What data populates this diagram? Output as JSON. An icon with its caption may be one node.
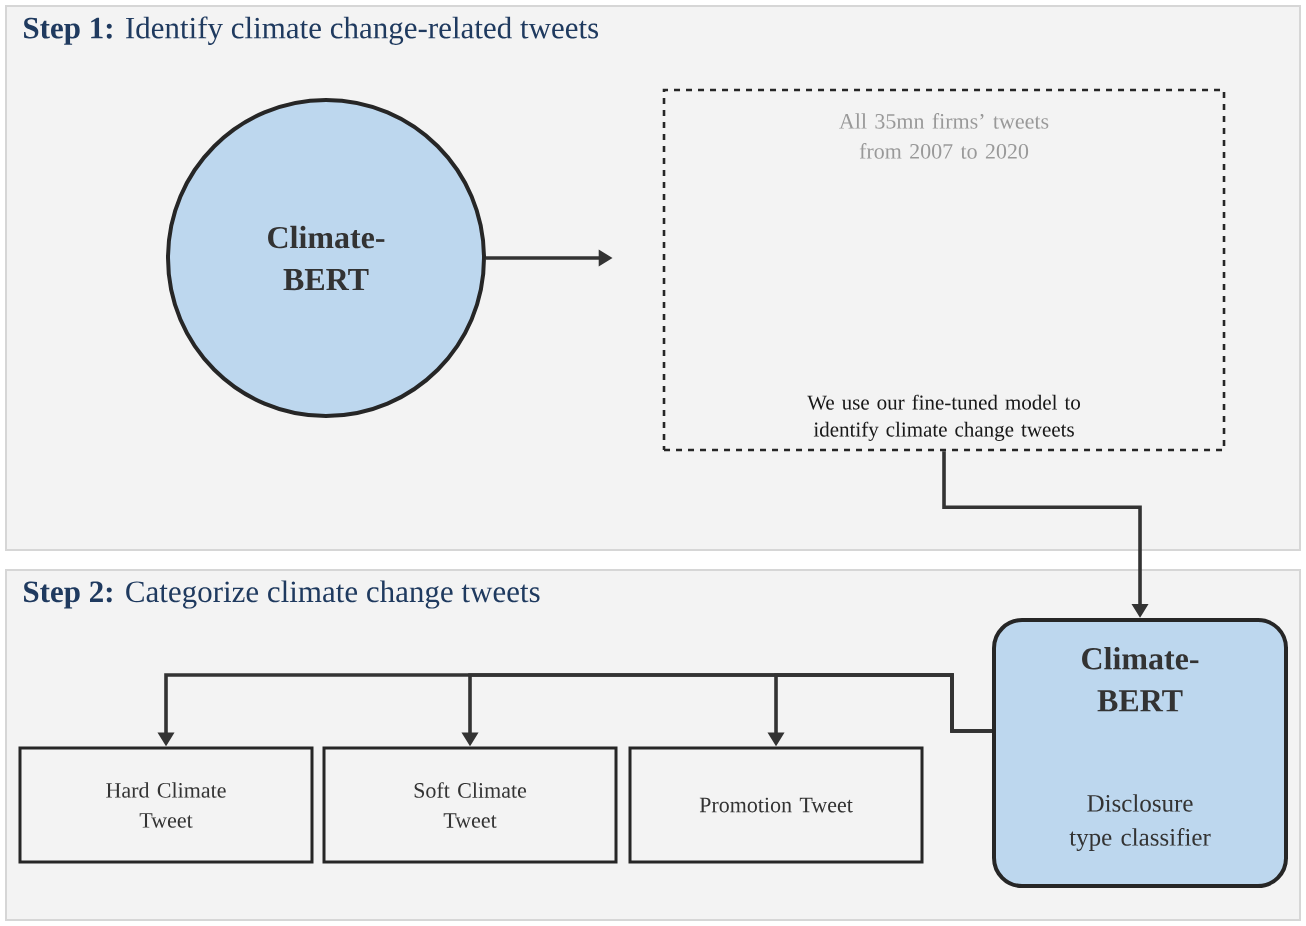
{
  "diagram": {
    "nodes": [
      {
        "text": [
          "**Step 1:** Identify climate change-related tweets"
        ]
      },
      {
        "text": [
          "Climate-BERT"
        ],
        "in": 0
      },
      {
        "text": [
          "All 35mn firms’ tweets from 2007 to 2020",
          "We use our fine-tuned model to identify climate change tweets"
        ],
        "in": 0
      },
      {
        "text": [
          "**Step 2:** Categorize climate change tweets"
        ]
      },
      {
        "text": [
          "Climate-BERT",
          "Disclosure type classifier"
        ],
        "in": 3
      },
      {
        "text": [
          "Hard Climate Tweet"
        ],
        "in": 3
      },
      {
        "text": [
          "Soft Climate Tweet"
        ],
        "in": 3
      },
      {
        "text": [
          "Promotion Tweet"
        ],
        "in": 3
      }
    ],
    "edges": [
      {
        "from": 1,
        "to": 2,
        "arrow": "to"
      },
      {
        "from": 2,
        "to": 4,
        "arrow": "to"
      },
      {
        "from": 4,
        "to": 5,
        "arrow": "to"
      },
      {
        "from": 4,
        "to": 6,
        "arrow": "to"
      },
      {
        "from": 4,
        "to": 7,
        "arrow": "to"
      }
    ]
  }
}
